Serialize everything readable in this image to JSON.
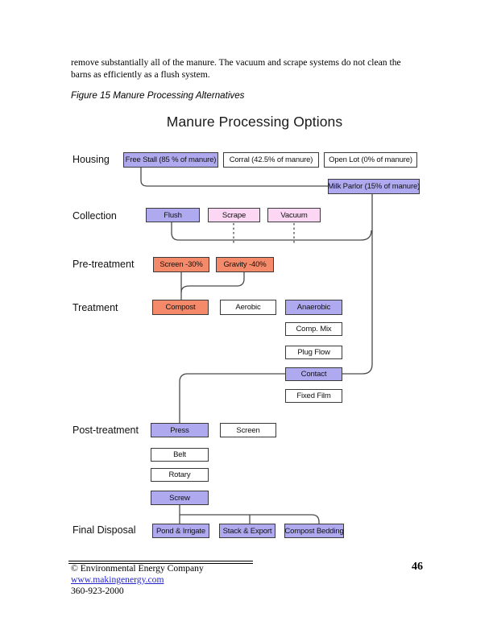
{
  "document": {
    "paragraph_line1": "remove substantially all of the manure.  The vacuum and scrape systems do not clean the",
    "paragraph_line2": "barns as efficiently as a flush system.",
    "figure_caption": "Figure 15 Manure Processing Alternatives"
  },
  "diagram": {
    "title": "Manure Processing Options",
    "row_labels": {
      "housing": "Housing",
      "collection": "Collection",
      "pre_treatment": "Pre-treatment",
      "treatment": "Treatment",
      "post_treatment": "Post-treatment",
      "final_disposal": "Final Disposal"
    },
    "palette": {
      "purple": "#afaaf0",
      "pink": "#fbd7f3",
      "salmon": "#f58a6a",
      "box_border": "#3a3a3a",
      "line": "#4a4a4a"
    },
    "boxes": {
      "free_stall": {
        "label": "Free Stall (85 % of manure)",
        "color": "purple"
      },
      "corral": {
        "label": "Corral (42.5% of manure)",
        "color": "white"
      },
      "open_lot": {
        "label": "Open Lot (0% of manure)",
        "color": "white"
      },
      "milk_parlor": {
        "label": "Milk Parlor (15% of manure)",
        "color": "purple"
      },
      "flush": {
        "label": "Flush",
        "color": "purple"
      },
      "scrape": {
        "label": "Scrape",
        "color": "pink"
      },
      "vacuum": {
        "label": "Vacuum",
        "color": "pink"
      },
      "screen_pre": {
        "label": "Screen -30%",
        "color": "salmon"
      },
      "gravity": {
        "label": "Gravity -40%",
        "color": "salmon"
      },
      "compost": {
        "label": "Compost",
        "color": "salmon"
      },
      "aerobic": {
        "label": "Aerobic",
        "color": "white"
      },
      "anaerobic": {
        "label": "Anaerobic",
        "color": "purple"
      },
      "comp_mix": {
        "label": "Comp. Mix",
        "color": "white"
      },
      "plug_flow": {
        "label": "Plug Flow",
        "color": "white"
      },
      "contact": {
        "label": "Contact",
        "color": "purple"
      },
      "fixed_film": {
        "label": "Fixed Film",
        "color": "white"
      },
      "press": {
        "label": "Press",
        "color": "purple"
      },
      "screen_post": {
        "label": "Screen",
        "color": "white"
      },
      "belt": {
        "label": "Belt",
        "color": "white"
      },
      "rotary": {
        "label": "Rotary",
        "color": "white"
      },
      "screw": {
        "label": "Screw",
        "color": "purple"
      },
      "pond_irrigate": {
        "label": "Pond & Irrigate",
        "color": "purple"
      },
      "stack_export": {
        "label": "Stack & Export",
        "color": "purple"
      },
      "compost_bedding": {
        "label": "Compost Bedding",
        "color": "purple"
      }
    }
  },
  "footer": {
    "copyright": "© Environmental Energy Company",
    "website": "www.makingenergy.com",
    "phone": "360-923-2000",
    "page_number": "46"
  }
}
